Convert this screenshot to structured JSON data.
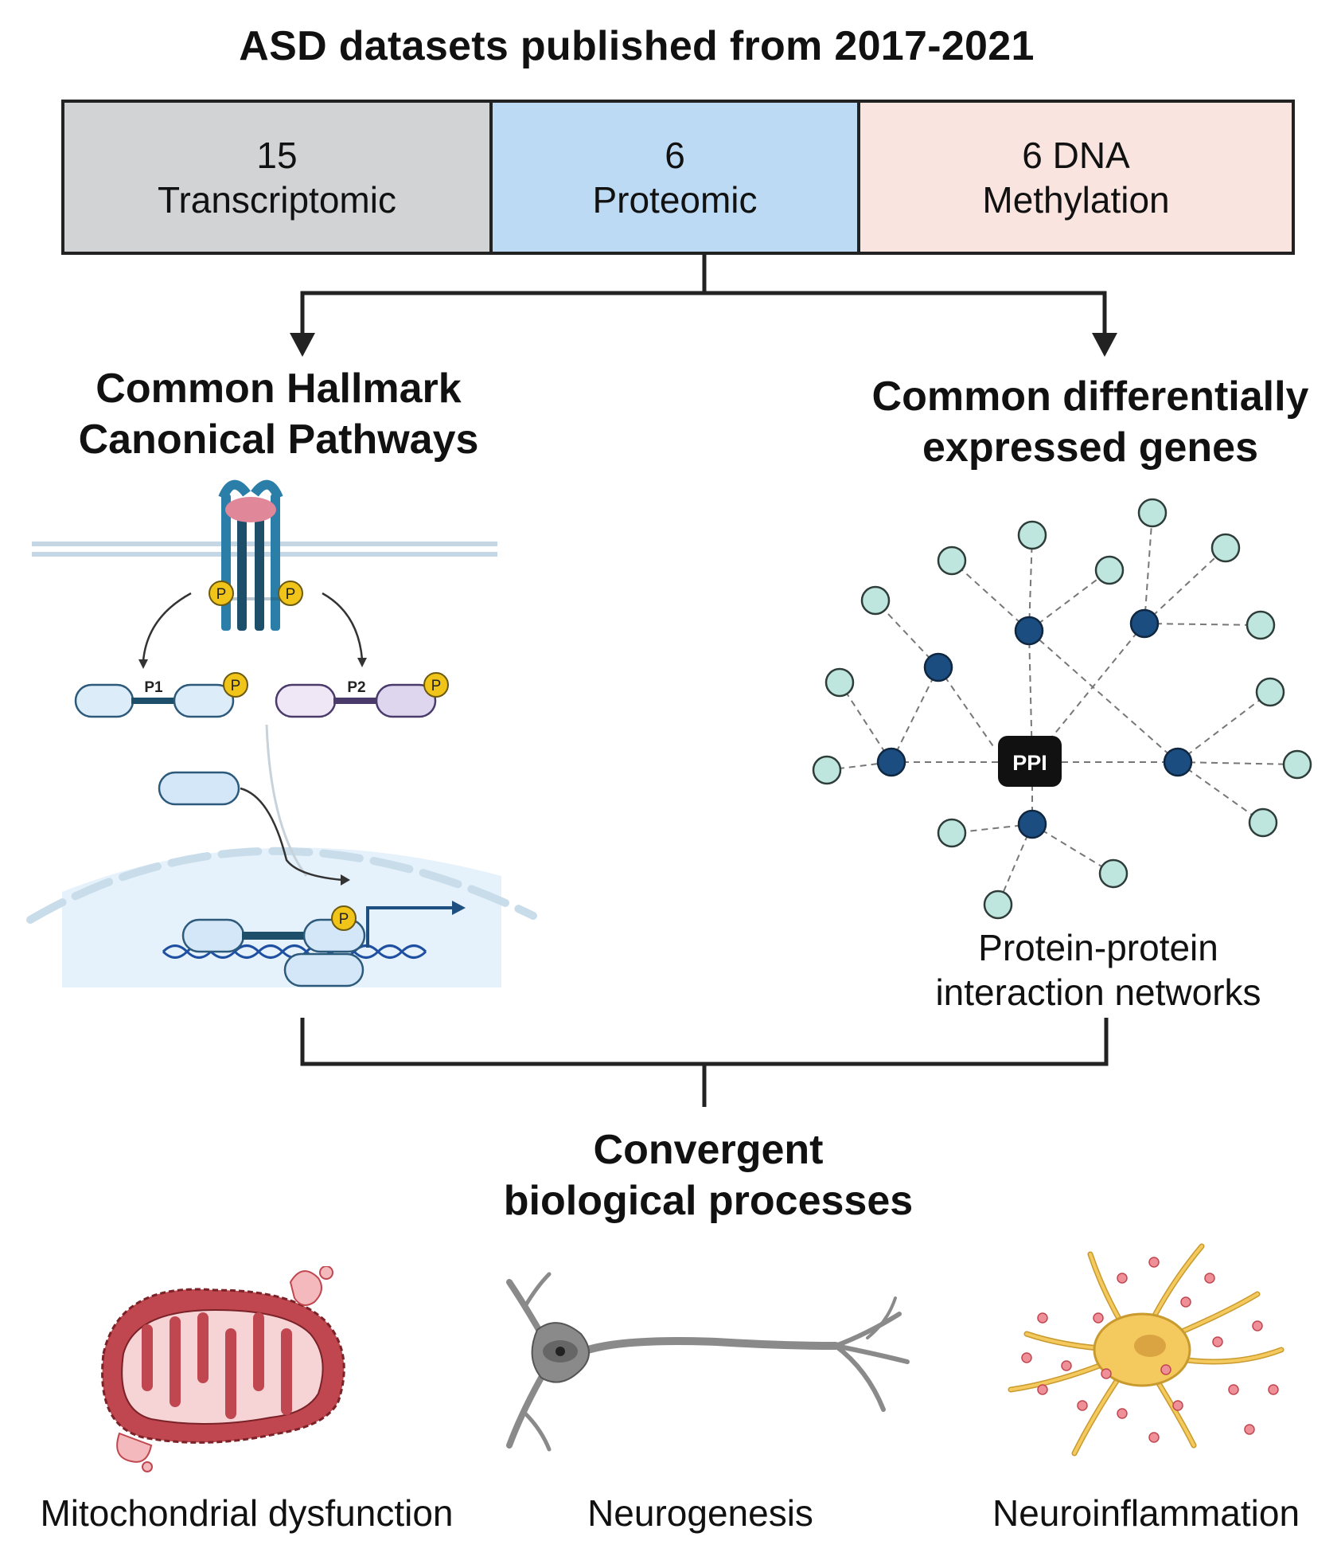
{
  "title": "ASD datasets published from 2017-2021",
  "datasets": [
    {
      "count": "15",
      "label": "Transcriptomic",
      "color": "#d1d3d4"
    },
    {
      "count": "6",
      "label": "Proteomic",
      "color": "#bcdaf3"
    },
    {
      "count": "6 DNA",
      "label": "Methylation",
      "color": "#f9e4df"
    }
  ],
  "left_branch": {
    "heading_line1": "Common Hallmark",
    "heading_line2": "Canonical Pathways",
    "protein1": "P1",
    "protein2": "P2",
    "phospho": "P"
  },
  "right_branch": {
    "heading_line1": "Common differentially",
    "heading_line2": "expressed genes",
    "hub": "PPI",
    "caption_line1": "Protein-protein",
    "caption_line2": "interaction networks"
  },
  "convergent": {
    "heading_line1": "Convergent",
    "heading_line2": "biological processes"
  },
  "processes": [
    {
      "label": "Mitochondrial dysfunction"
    },
    {
      "label": "Neurogenesis"
    },
    {
      "label": "Neuroinflammation"
    }
  ],
  "colors": {
    "hub_node": "#1b4d80",
    "leaf_node": "#bfe6de",
    "phospho": "#f0c419",
    "mito": "#c0474f",
    "neuron": "#8a8a8a",
    "glia": "#f4c95d"
  }
}
